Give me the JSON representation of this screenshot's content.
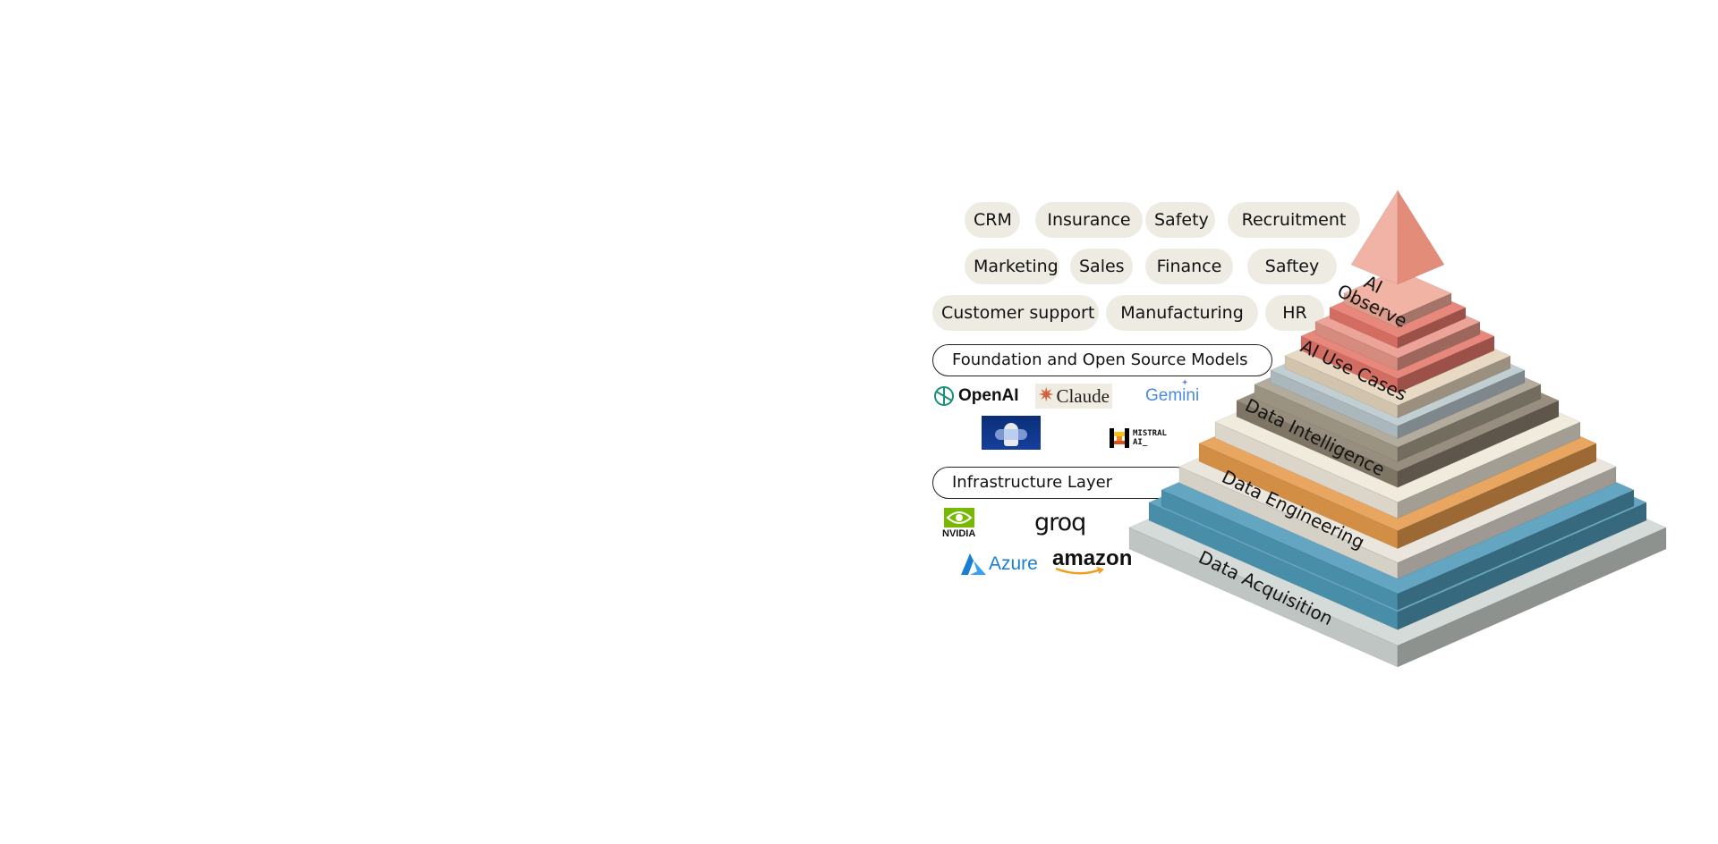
{
  "use_cases": {
    "row1": [
      "CRM",
      "Insurance",
      "Safety",
      "Recruitment"
    ],
    "row2": [
      "Marketing",
      "Sales",
      "Finance",
      "Saftey"
    ],
    "row3": [
      "Customer support",
      "Manufacturing",
      "HR"
    ]
  },
  "models": {
    "header": "Foundation and Open Source Models",
    "logos": {
      "openai": "OpenAI",
      "claude": "Claude",
      "gemini": "Gemini",
      "mistral_line1": "MISTRAL",
      "mistral_line2": "AI_"
    }
  },
  "infrastructure": {
    "header": "Infrastructure Layer",
    "logos": {
      "nvidia": "NVIDIA",
      "groq": "groq",
      "azure": "Azure",
      "amazon": "amazon"
    }
  },
  "pyramid": {
    "layers": [
      {
        "label": "Data  Acquisition",
        "color": "#cfd6d3"
      },
      {
        "label": "Data  Engineering",
        "color": "#4f9ab8"
      },
      {
        "label": "Data  Intelligence",
        "color": "#e59a4c"
      },
      {
        "label": "AI Use Cases",
        "color": "#8a7f6e"
      },
      {
        "label": "AI Observe",
        "color": "#e5776a"
      }
    ],
    "top_label_line1": "AI",
    "top_label_line2": "Observe"
  }
}
